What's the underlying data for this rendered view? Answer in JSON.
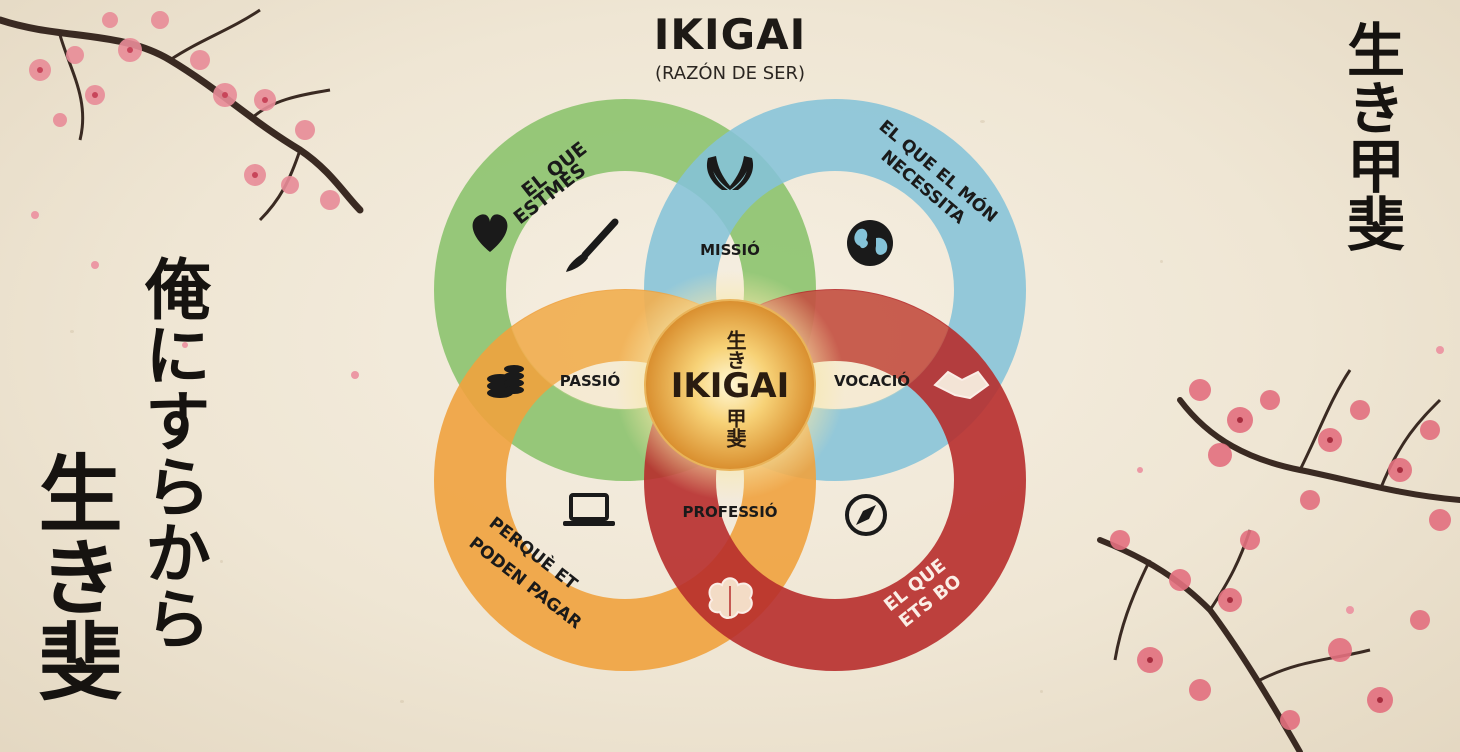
{
  "header": {
    "title": "IKIGAI",
    "subtitle": "(RAZÓN DE SER)"
  },
  "circles": {
    "love": {
      "label_line1": "EL QUE",
      "label_line2": "ESTMES",
      "color": "#8cc36e",
      "icon": "heart-icon"
    },
    "world_needs": {
      "label_line1": "EL QUE EL MÓN",
      "label_line2": "NECESSITA",
      "color": "#85c3d8",
      "icon": "globe-icon"
    },
    "paid": {
      "label_line1": "PERQUÈ ET",
      "label_line2": "PODEN PAGAR",
      "color": "#f0a23e",
      "icon": "coins-icon"
    },
    "good_at": {
      "label_line1": "EL QUE",
      "label_line2": "ETS BO",
      "color": "#b72d2c",
      "icon": "compass-icon"
    }
  },
  "intersections": {
    "mission": "MISSIÓ",
    "passion": "PASSIÓ",
    "vocation": "VOCACIÓ",
    "profession": "PROFESSIÓ"
  },
  "center": {
    "label": "IKIGAI",
    "kanji_top": "生き",
    "kanji_bottom": "甲斐"
  },
  "calligraphy": {
    "right_column": "生き甲斐",
    "left_column_a": "俺にすらから",
    "left_column_b": "生き斐"
  },
  "icons": [
    "heart-icon",
    "brush-icon",
    "hands-icon",
    "globe-icon",
    "coins-icon",
    "handshake-icon",
    "laptop-icon",
    "compass-icon",
    "brain-icon",
    "cherry-blossom-branch"
  ]
}
